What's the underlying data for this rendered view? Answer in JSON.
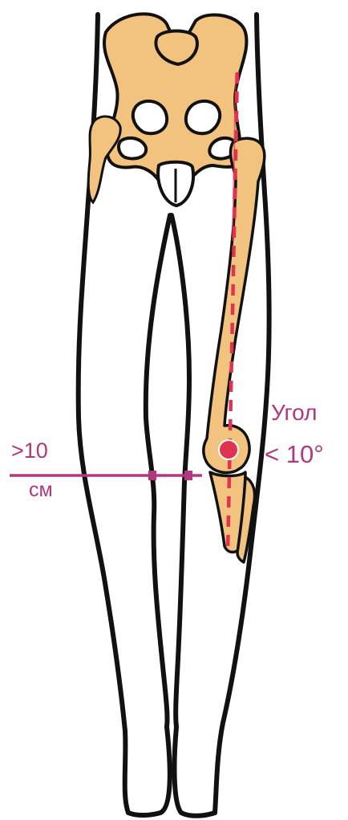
{
  "labels": {
    "knee_gap_value": ">10",
    "knee_gap_unit": "см",
    "angle_word": "Угол",
    "angle_value": "< 10°"
  },
  "colors": {
    "outline": "#111111",
    "bone_fill": "#f2c27f",
    "measure_line": "#b0387c",
    "axis_line": "#e0334f",
    "background": "#ffffff"
  }
}
